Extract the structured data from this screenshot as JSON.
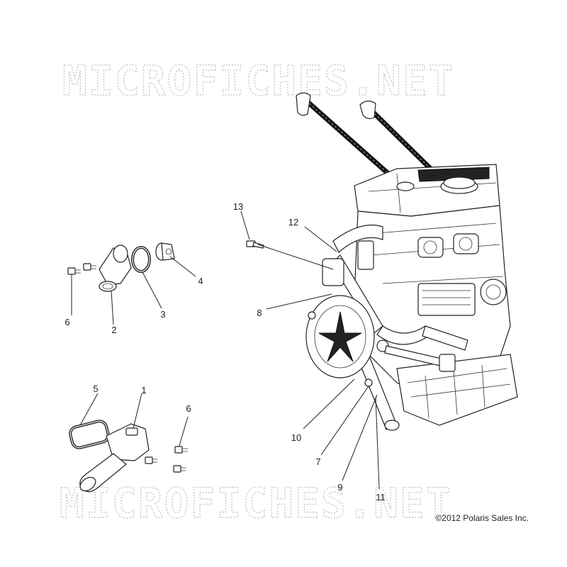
{
  "watermark": {
    "top": "MICROFICHES.NET",
    "bottom": "MICROFICHES.NET"
  },
  "callouts": {
    "c1": "1",
    "c2": "2",
    "c3": "3",
    "c4": "4",
    "c5": "5",
    "c6a": "6",
    "c6b": "6",
    "c7": "7",
    "c8": "8",
    "c9": "9",
    "c10": "10",
    "c11": "11",
    "c12": "12",
    "c13": "13"
  },
  "copyright": "©2012 Polaris Sales Inc."
}
